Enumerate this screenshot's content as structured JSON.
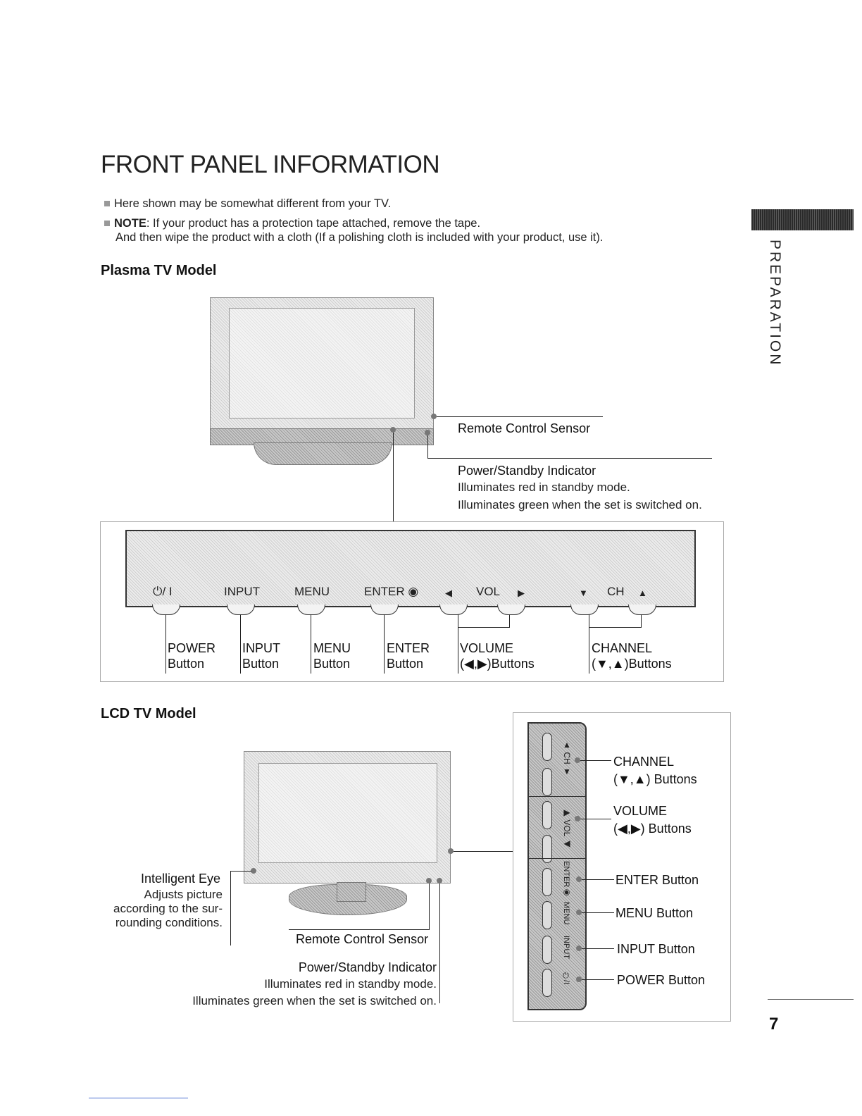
{
  "page": {
    "title": "FRONT PANEL INFORMATION",
    "notes": {
      "line1": "Here shown may be somewhat different from your TV.",
      "note_label": "NOTE",
      "line2": ": If your product has a protection tape attached, remove the tape.",
      "line3": "And then wipe the product with a cloth (If a polishing cloth is included with your product, use it)."
    },
    "side_tab": "PREPARATION",
    "page_number": "7"
  },
  "plasma": {
    "heading": "Plasma TV Model",
    "remote_sensor": "Remote Control Sensor",
    "power_indicator": {
      "title": "Power/Standby Indicator",
      "line1": "Illuminates red in standby mode.",
      "line2": "Illuminates green when the set is switched on."
    },
    "panel_keys": {
      "power": "⏻/ I",
      "input": "INPUT",
      "menu": "MENU",
      "enter": "ENTER ◉",
      "vol_left": "◀",
      "vol": "VOL",
      "vol_right": "▶",
      "ch_down": "▼",
      "ch": "CH",
      "ch_up": "▲"
    },
    "callouts": {
      "power": [
        "POWER",
        "Button"
      ],
      "input": [
        "INPUT",
        "Button"
      ],
      "menu": [
        "MENU",
        "Button"
      ],
      "enter": [
        "ENTER",
        "Button"
      ],
      "volume": [
        "VOLUME",
        "(◀,▶)Buttons"
      ],
      "channel": [
        "CHANNEL",
        "(▼,▲)Buttons"
      ]
    }
  },
  "lcd": {
    "heading": "LCD TV Model",
    "intelligent_eye": {
      "title": "Intelligent Eye",
      "line1": "Adjusts picture",
      "line2": "according to the sur-",
      "line3": "rounding conditions."
    },
    "remote_sensor": "Remote Control Sensor",
    "power_indicator": {
      "title": "Power/Standby Indicator",
      "line1": "Illuminates red in standby mode.",
      "line2": "Illuminates green when the set is switched on."
    },
    "side_keys": {
      "ch": "▲ CH ▼",
      "vol": "▶ VOL ◀",
      "enter": "ENTER◉",
      "menu": "MENU",
      "input": "INPUT",
      "power": "⏻/I"
    },
    "callouts": {
      "channel": [
        "CHANNEL",
        "(▼,▲) Buttons"
      ],
      "volume": [
        "VOLUME",
        "(◀,▶) Buttons"
      ],
      "enter": "ENTER Button",
      "menu": "MENU Button",
      "input": "INPUT Button",
      "power": "POWER Button"
    }
  }
}
